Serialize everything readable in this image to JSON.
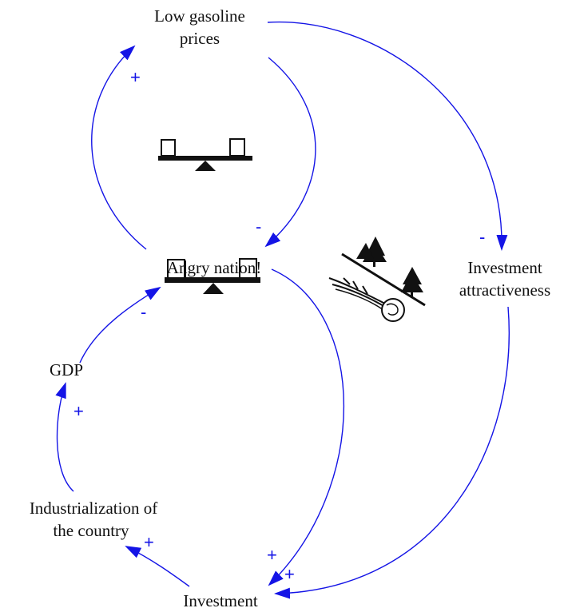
{
  "diagram": {
    "nodes": {
      "low_gasoline_prices": [
        "Low gasoline",
        "prices"
      ],
      "angry_nation": "Angry nation!",
      "investment_attractiveness": [
        "Investment",
        "attractiveness"
      ],
      "gdp": "GDP",
      "industrialization": [
        "Industrialization of",
        "the country"
      ],
      "investment": "Investment"
    },
    "links": [
      {
        "from": "angry_nation",
        "to": "low_gasoline_prices",
        "polarity": "+"
      },
      {
        "from": "low_gasoline_prices",
        "to": "angry_nation",
        "polarity": "-"
      },
      {
        "from": "low_gasoline_prices",
        "to": "investment_attractiveness",
        "polarity": "-"
      },
      {
        "from": "gdp",
        "to": "angry_nation",
        "polarity": "-"
      },
      {
        "from": "industrialization",
        "to": "gdp",
        "polarity": "+"
      },
      {
        "from": "investment",
        "to": "industrialization",
        "polarity": "+"
      },
      {
        "from": "angry_nation",
        "to": "investment",
        "polarity": "+"
      },
      {
        "from": "investment_attractiveness",
        "to": "investment",
        "polarity": "+"
      }
    ],
    "loop_icons": [
      "balance-scale-icon",
      "balance-scale-icon"
    ],
    "delay_icon": "skier-snowball-icon",
    "colors": {
      "arrow": "#1414e6",
      "text": "#111111",
      "icon": "#111111"
    }
  }
}
